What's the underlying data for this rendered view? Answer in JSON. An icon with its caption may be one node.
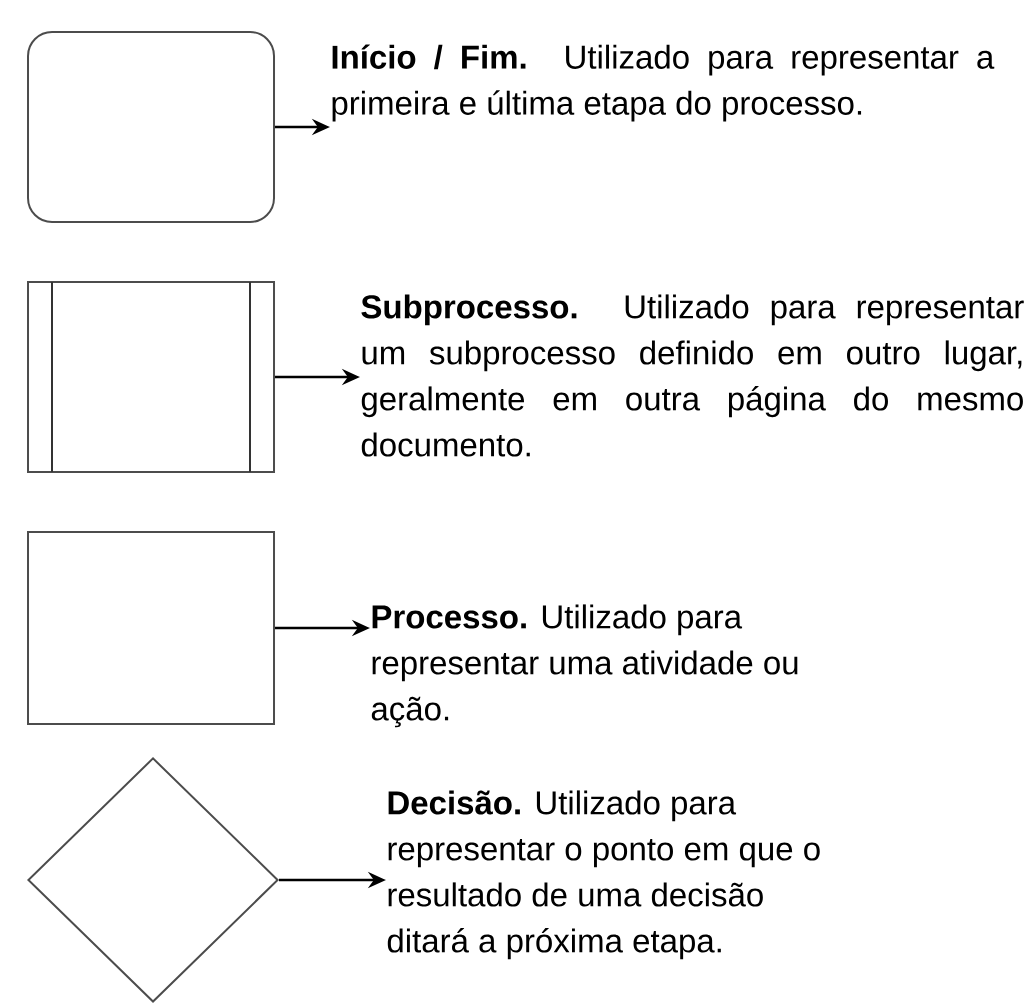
{
  "diagram": {
    "nodes": [
      {
        "text": [],
        "shape": "box"
      },
      {
        "text": [
          "**Início / Fim.** Utilizado para representar a primeira e última etapa do processo."
        ]
      },
      {
        "text": [],
        "shape": "box"
      },
      {
        "text": [
          "**Subprocesso.** Utilizado para representar um subprocesso definido em outro lugar, geralmente em outra página do mesmo documento."
        ]
      },
      {
        "text": [],
        "shape": "box"
      },
      {
        "text": [
          "**Processo.** Utilizado para representar uma atividade ou ação."
        ]
      },
      {
        "text": [],
        "shape": "diamond"
      },
      {
        "text": [
          "**Decisão.** Utilizado para representar o ponto em que o resultado de uma decisão ditará a próxima etapa."
        ]
      }
    ],
    "edges": [
      {
        "from": 0,
        "to": 1,
        "arrow": "to"
      },
      {
        "from": 2,
        "to": 3,
        "arrow": "to"
      },
      {
        "from": 4,
        "to": 5,
        "arrow": "to"
      },
      {
        "from": 6,
        "to": 7,
        "arrow": "to"
      }
    ]
  }
}
